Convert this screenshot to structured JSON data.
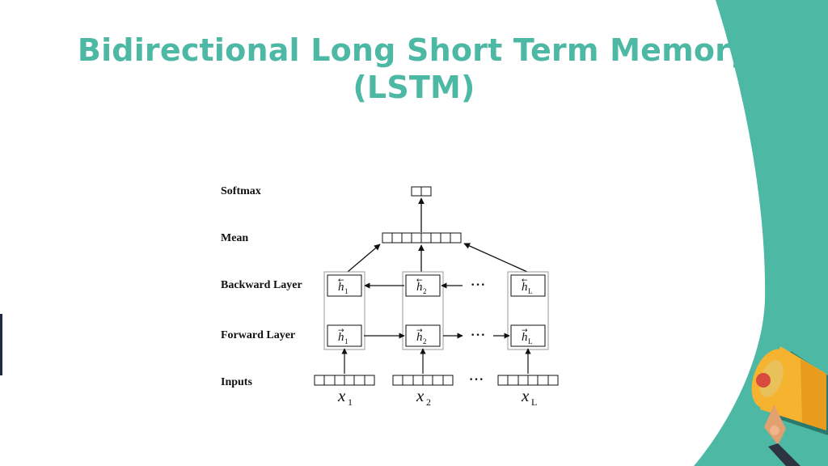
{
  "slide": {
    "title_line1": "Bidirectional Long Short Term Memory",
    "title_line2": "(LSTM)"
  },
  "diagram": {
    "row_labels": {
      "softmax": "Softmax",
      "mean": "Mean",
      "backward": "Backward Layer",
      "forward": "Forward Layer",
      "inputs": "Inputs"
    },
    "hidden_base": "h",
    "arrow_left": "←",
    "arrow_right": "→",
    "subscripts": [
      "1",
      "2",
      "L"
    ],
    "input_base": "x",
    "ellipsis": "···"
  },
  "decor": {
    "megaphone_icon": "megaphone",
    "colors": {
      "accent": "#4db8a4",
      "panel": "#4db8a4",
      "megaphone": "#f6b32f"
    }
  }
}
